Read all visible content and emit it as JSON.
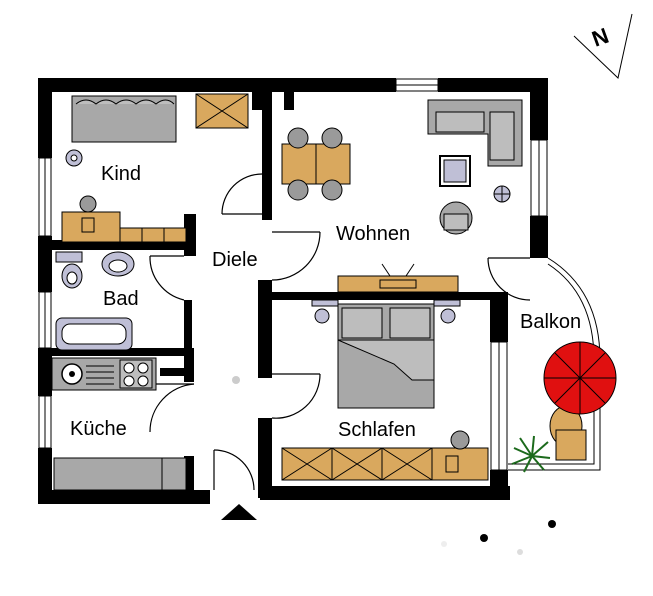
{
  "rooms": {
    "kind": "Kind",
    "wohnen": "Wohnen",
    "diele": "Diele",
    "bad": "Bad",
    "balkon": "Balkon",
    "kueche": "Küche",
    "schlafen": "Schlafen"
  },
  "compass": {
    "label": "N"
  },
  "colors": {
    "wall": "#000000",
    "wood": "#d9a85e",
    "furniture_gray": "#a8a8a8",
    "chair_gray": "#9a9a9a",
    "fixture": "#bfbfd6",
    "umbrella": "#e01010",
    "plant": "#2e9a2e",
    "background": "#ffffff"
  }
}
